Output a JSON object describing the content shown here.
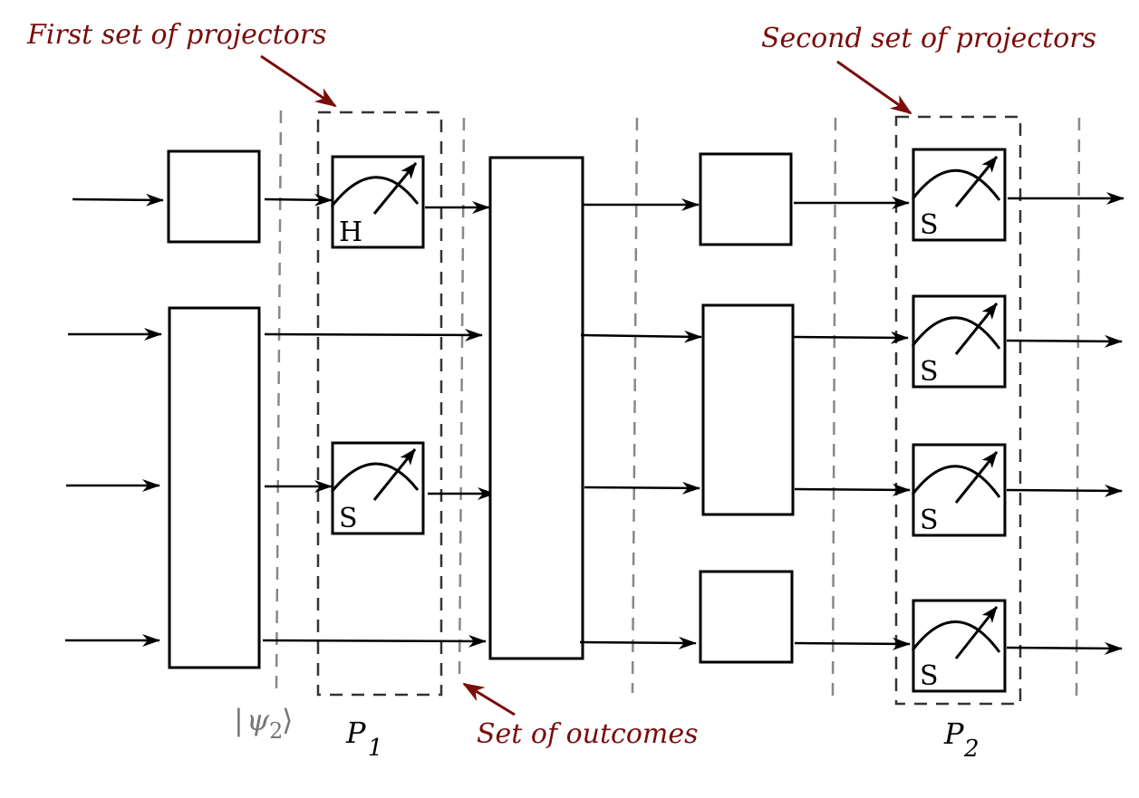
{
  "colors": {
    "annotation": "#7a0c0c",
    "wire": "#000000",
    "separator": "#888888",
    "group_border": "#333333",
    "ket_label": "#777777"
  },
  "annotations": {
    "first_projectors": "First set of projectors",
    "second_projectors": "Second set of projectors",
    "outcomes": "Set of outcomes"
  },
  "labels": {
    "state": {
      "open": "|",
      "symbol": "ψ",
      "sub": "2",
      "close": "⟩"
    },
    "p1": {
      "symbol": "P",
      "sub": "1"
    },
    "p2": {
      "symbol": "P",
      "sub": "2"
    }
  },
  "measurements": {
    "first_set": [
      {
        "basis": "H",
        "icon": "meter-icon"
      },
      {
        "basis": "S",
        "icon": "meter-icon"
      }
    ],
    "second_set": [
      {
        "basis": "S",
        "icon": "meter-icon"
      },
      {
        "basis": "S",
        "icon": "meter-icon"
      },
      {
        "basis": "S",
        "icon": "meter-icon"
      },
      {
        "basis": "S",
        "icon": "meter-icon"
      }
    ]
  },
  "structure": {
    "qubit_lines": 4,
    "stage1_gates": [
      "single-qubit gate (line 1)",
      "three-qubit gate (lines 2-4)"
    ],
    "stage2_gates": [
      "four-qubit gate (lines 1-4)"
    ],
    "stage3_gates": [
      "single-qubit gate (line 1)",
      "two-qubit gate (lines 2-3)",
      "single-qubit gate (line 4)"
    ]
  }
}
